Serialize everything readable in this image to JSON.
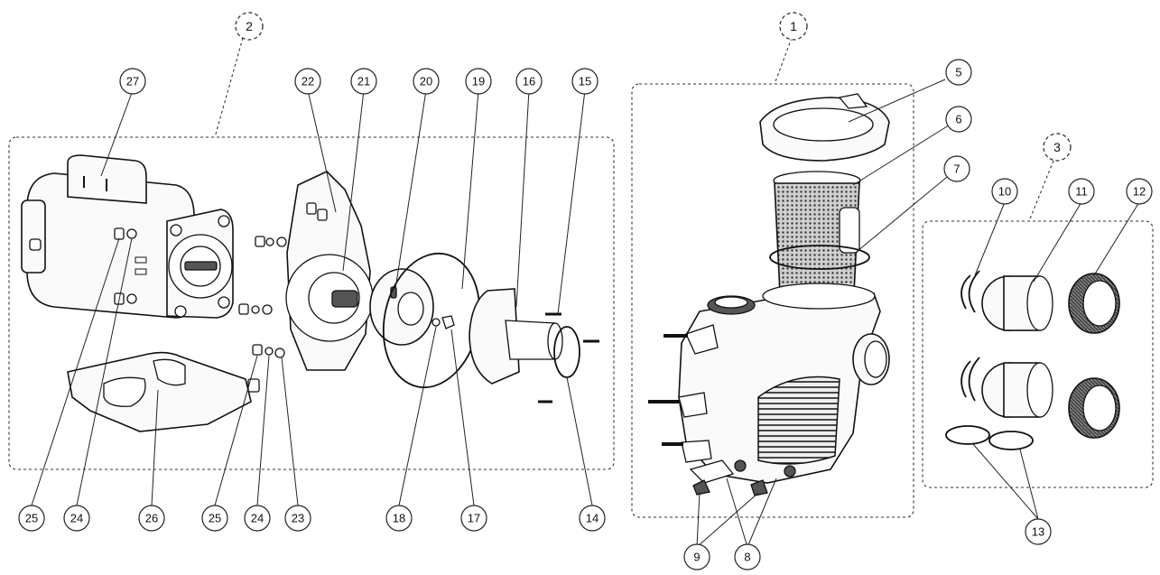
{
  "groups": [
    {
      "id": "1",
      "label": "1"
    },
    {
      "id": "2",
      "label": "2"
    },
    {
      "id": "3",
      "label": "3"
    }
  ],
  "callouts": {
    "c5": "5",
    "c6": "6",
    "c7": "7",
    "c8a": "8",
    "c9": "9",
    "c10": "10",
    "c11": "11",
    "c12": "12",
    "c13": "13",
    "c14": "14",
    "c15": "15",
    "c16": "16",
    "c17": "17",
    "c18": "18",
    "c19": "19",
    "c20": "20",
    "c21": "21",
    "c22": "22",
    "c23": "23",
    "c24a": "24",
    "c24b": "24",
    "c25a": "25",
    "c25b": "25",
    "c26": "26",
    "c27": "27"
  }
}
